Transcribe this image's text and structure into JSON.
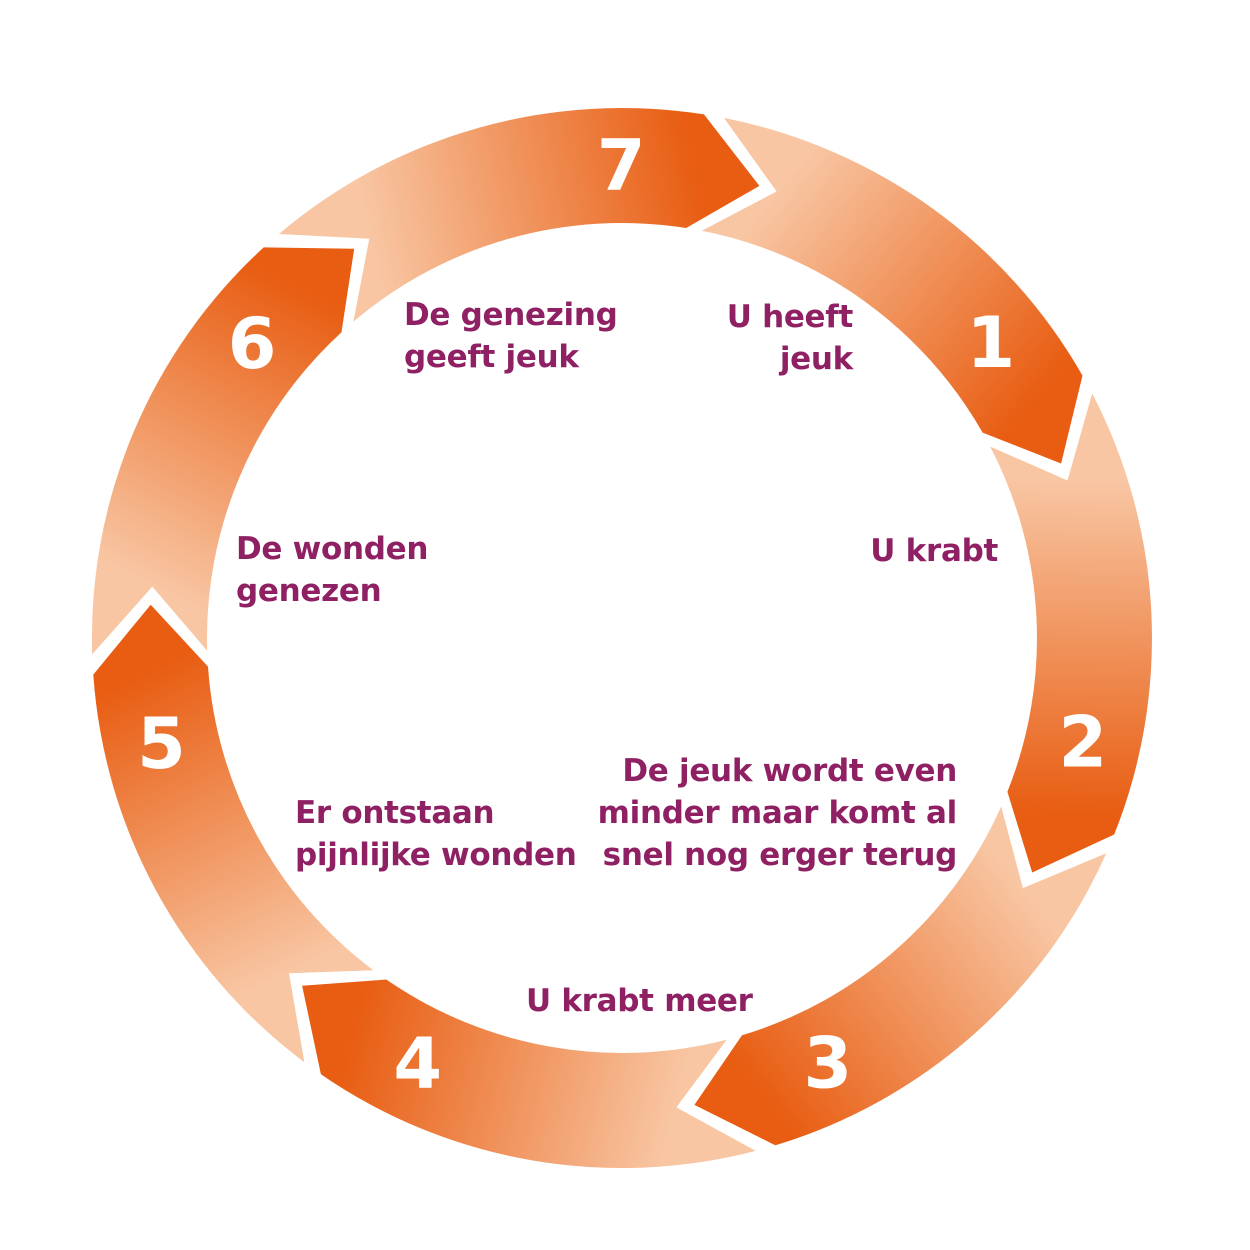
{
  "colors": {
    "arrow_dark": "#e85d12",
    "arrow_light": "#f8c6a3",
    "text": "#8e2063",
    "number": "#ffffff"
  },
  "steps": [
    {
      "number": "1",
      "label_lines": [
        "U heeft",
        "jeuk"
      ]
    },
    {
      "number": "2",
      "label_lines": [
        "U krabt"
      ]
    },
    {
      "number": "3",
      "label_lines": [
        "De jeuk wordt even",
        "minder maar komt al",
        "snel nog erger terug"
      ]
    },
    {
      "number": "4",
      "label_lines": [
        "U krabt meer"
      ]
    },
    {
      "number": "5",
      "label_lines": [
        "Er ontstaan",
        "pijnlijke wonden"
      ]
    },
    {
      "number": "6",
      "label_lines": [
        "De wonden",
        "genezen"
      ]
    },
    {
      "number": "7",
      "label_lines": [
        "De genezing",
        "geeft jeuk"
      ]
    }
  ]
}
